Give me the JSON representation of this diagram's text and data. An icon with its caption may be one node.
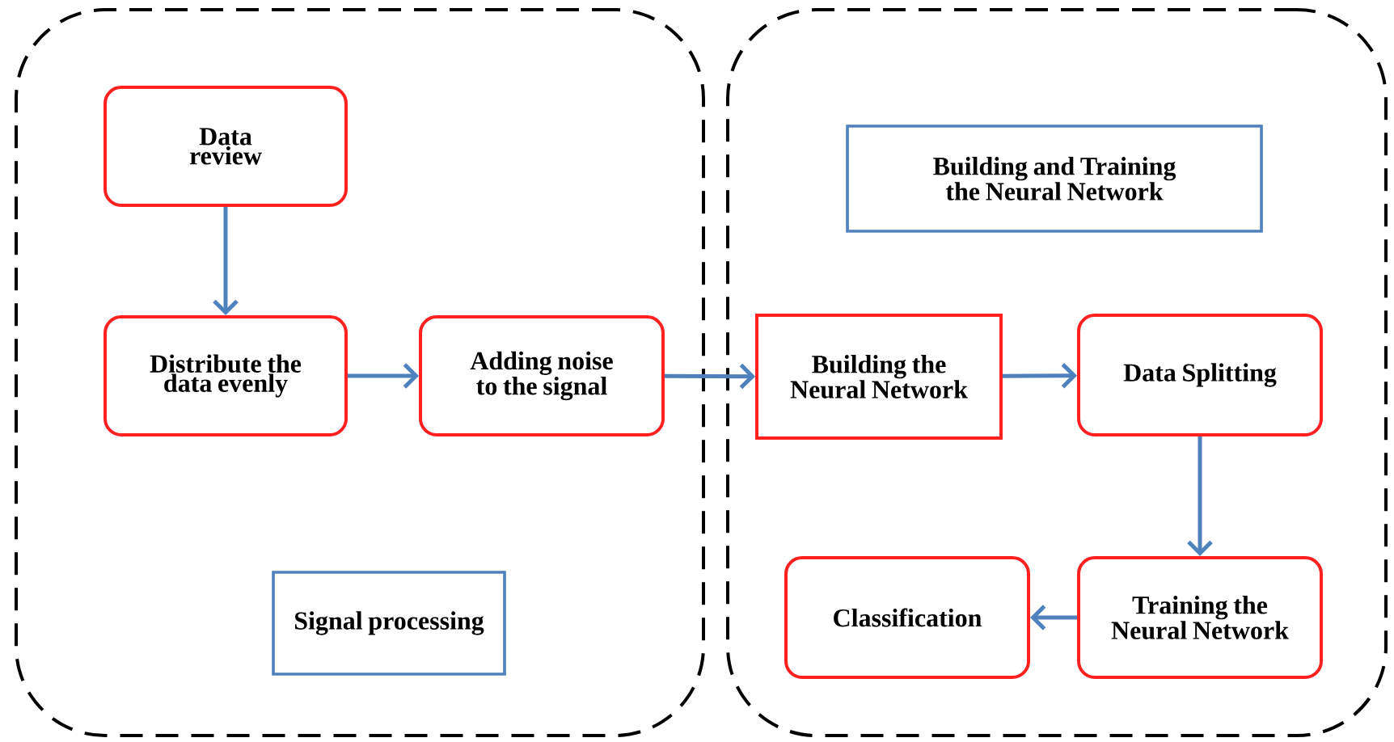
{
  "diagram": {
    "nodes": [
      {
        "text": [],
        "shape": "box"
      },
      {
        "text": [
          "Data review"
        ],
        "in": 0
      },
      {
        "text": [
          "Distribute the data evenly"
        ],
        "in": 0
      },
      {
        "text": [
          "Adding noise to the signal"
        ],
        "in": 0
      },
      {
        "text": [
          "Signal processing"
        ],
        "in": 0
      },
      {
        "text": [],
        "shape": "box"
      },
      {
        "text": [
          "Building and Training the Neural Network"
        ],
        "in": 5
      },
      {
        "text": [
          "Building the Neural Network"
        ],
        "in": 5
      },
      {
        "text": [
          "Data Splitting"
        ],
        "in": 5
      },
      {
        "text": [
          "Training the Neural Network"
        ],
        "in": 5
      },
      {
        "text": [
          "Classification"
        ],
        "in": 5
      }
    ],
    "edges": [
      {
        "from": 1,
        "to": 2,
        "arrow": "to"
      },
      {
        "from": 2,
        "to": 3,
        "arrow": "to"
      },
      {
        "from": 3,
        "to": 7,
        "arrow": "to"
      },
      {
        "from": 7,
        "to": 8,
        "arrow": "to"
      },
      {
        "from": 8,
        "to": 9,
        "arrow": "to"
      },
      {
        "from": 9,
        "to": 10,
        "arrow": "to"
      }
    ]
  }
}
